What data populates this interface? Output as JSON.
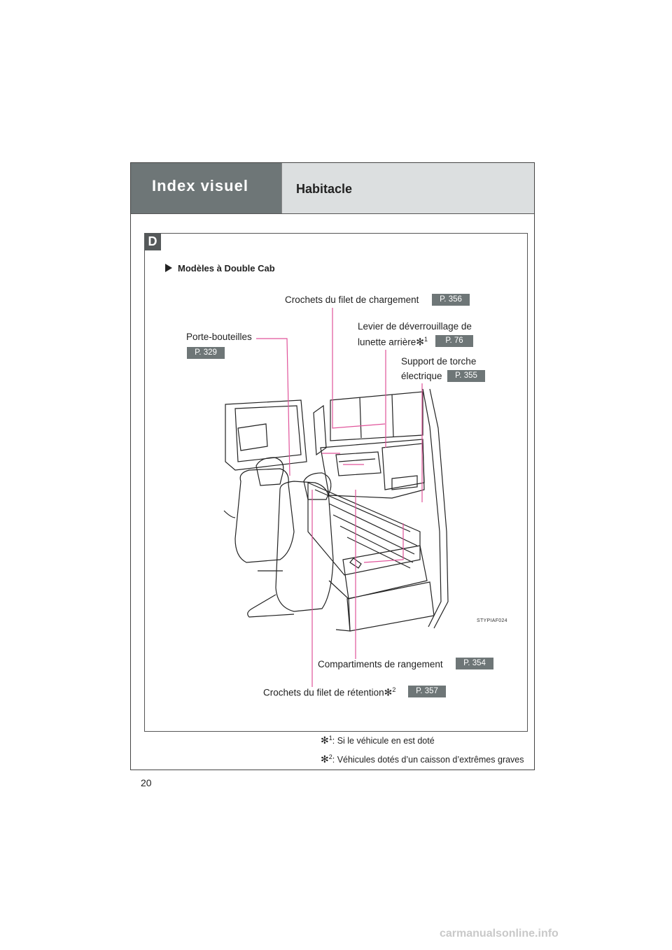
{
  "header": {
    "section": "Index visuel",
    "title": "Habitacle"
  },
  "section_letter": "D",
  "subtitle": "Modèles à Double Cab",
  "callouts": {
    "crochets_chargement": {
      "label": "Crochets du filet de chargement",
      "page": "P. 356"
    },
    "levier_line1": "Levier de déverrouillage de",
    "levier_line2": "lunette arrière",
    "levier_sup": "1",
    "levier_page": "P. 76",
    "porte_bouteilles": {
      "label": "Porte-bouteilles",
      "page": "P. 329"
    },
    "support_line1": "Support de torche",
    "support_line2": "électrique",
    "support_page": "P. 355",
    "compartiments": {
      "label": "Compartiments de rangement",
      "page": "P. 354"
    },
    "crochets_retention": {
      "label": "Crochets du filet de rétention",
      "sup": "2",
      "page": "P. 357"
    }
  },
  "image_code": "STYPIAF024",
  "asterisk": "✻",
  "footnotes": [
    {
      "sup": "1",
      "text": ": Si le véhicule en est doté"
    },
    {
      "sup": "2",
      "text": ": Véhicules dotés d’un caisson d’extrêmes graves"
    }
  ],
  "page_number": "20",
  "watermark": "carmanualsonline.info",
  "colors": {
    "header_dark": "#6e7677",
    "header_light": "#dcdfe0",
    "callout_line": "#e0539a"
  }
}
